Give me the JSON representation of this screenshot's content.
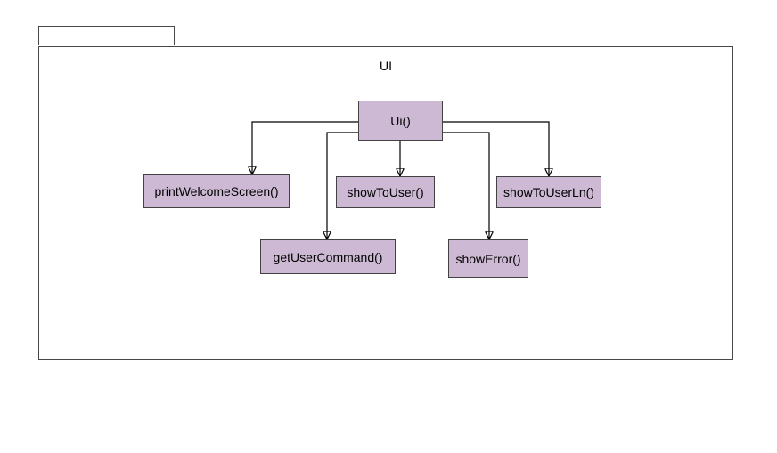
{
  "diagram": {
    "package": {
      "title": "UI"
    },
    "nodes": {
      "ui": {
        "label": "Ui()"
      },
      "printWelcomeScreen": {
        "label": "printWelcomeScreen()"
      },
      "showToUser": {
        "label": "showToUser()"
      },
      "showToUserLn": {
        "label": "showToUserLn()"
      },
      "getUserCommand": {
        "label": "getUserCommand()"
      },
      "showError": {
        "label": "showError()"
      }
    },
    "edges": [
      {
        "from": "Ui()",
        "to": "printWelcomeScreen()"
      },
      {
        "from": "Ui()",
        "to": "getUserCommand()"
      },
      {
        "from": "Ui()",
        "to": "showToUser()"
      },
      {
        "from": "Ui()",
        "to": "showError()"
      },
      {
        "from": "Ui()",
        "to": "showToUserLn()"
      }
    ],
    "colors": {
      "node_fill": "#cdb9d3",
      "node_stroke": "#424242",
      "package_stroke": "#474747",
      "edge": "#000000",
      "background": "#ffffff"
    }
  }
}
